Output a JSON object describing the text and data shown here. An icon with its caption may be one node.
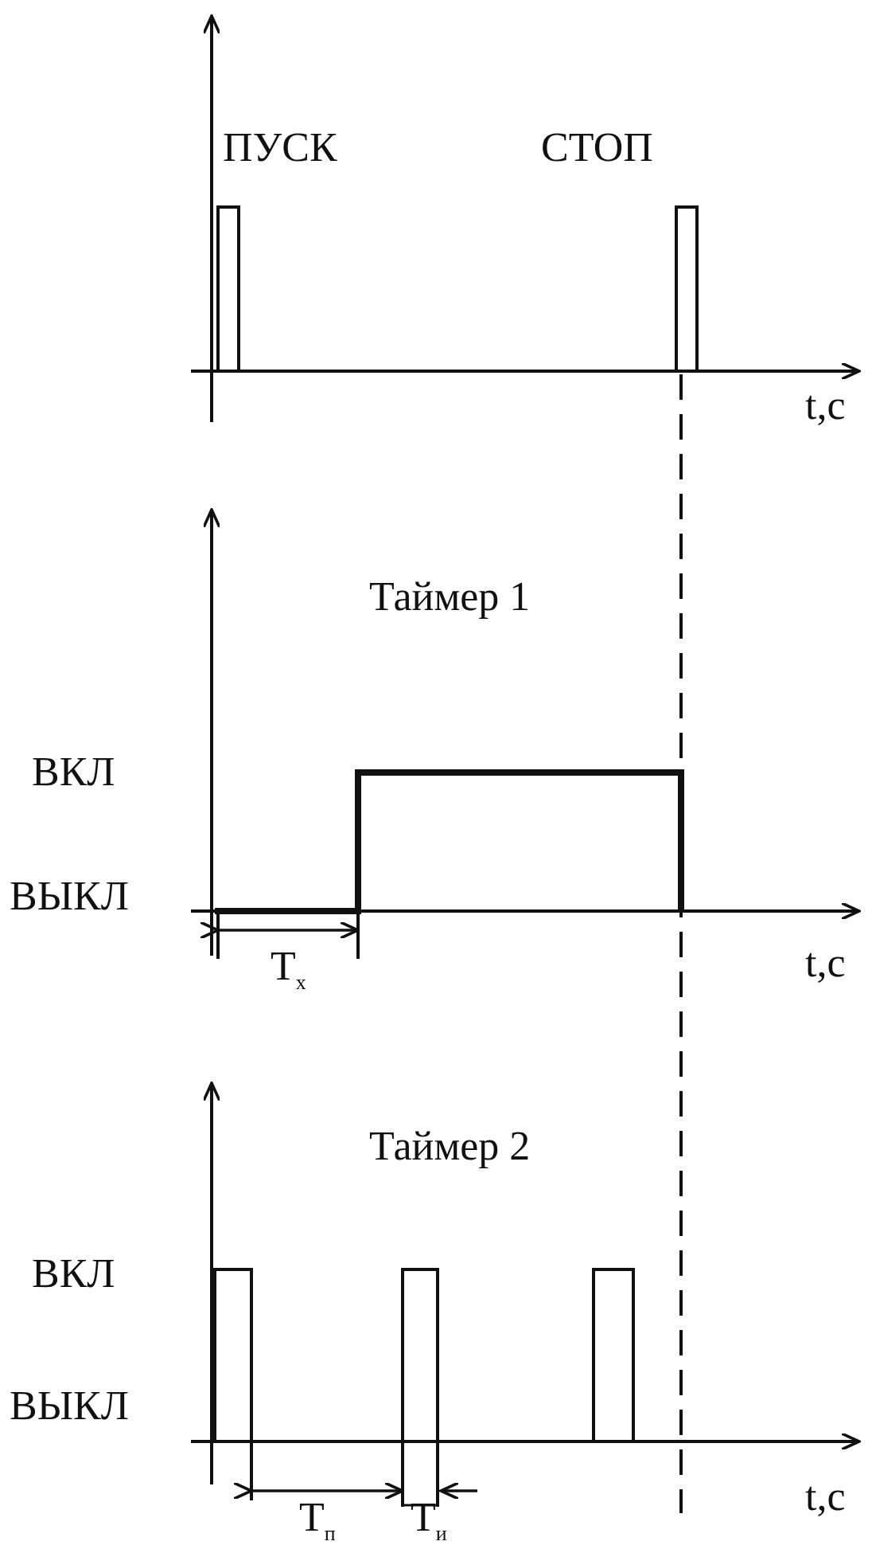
{
  "diagram": {
    "labels": [
      "ПУСК",
      "СТОП",
      "t,с",
      "Таймер 1",
      "ВКЛ",
      "ВЫКЛ",
      "t,с",
      "T$_{x}$",
      "Таймер 2",
      "ВКЛ",
      "ВЫКЛ",
      "t,с",
      "T$_{п}$",
      "T$_{и}$"
    ]
  }
}
